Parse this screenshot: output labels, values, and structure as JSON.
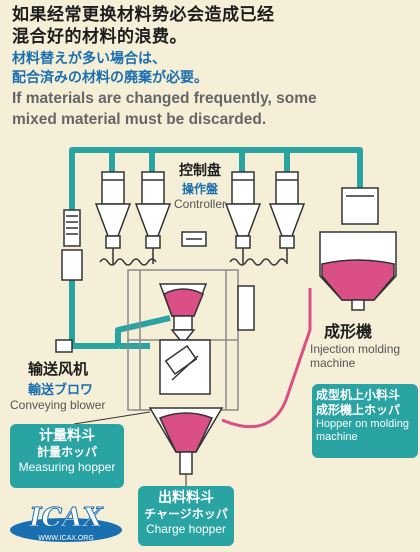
{
  "header": {
    "zh_line1": "如果经常更换材料势必会造成已经",
    "zh_line2": "混合好的材料的浪费。",
    "ja_line1": "材料替えが多い場合は、",
    "ja_line2": "配合済みの材料の廃棄が必要。",
    "en_line1": "If materials are changed frequently, some",
    "en_line2": "mixed material must be discarded."
  },
  "labels": {
    "controller": {
      "zh": "控制盘",
      "ja": "操作盤",
      "en": "Controller"
    },
    "injection": {
      "zh": "成形機",
      "en_line1": "Injection molding",
      "en_line2": "machine"
    },
    "blower": {
      "zh": "输送风机",
      "ja": "輸送ブロワ",
      "en": "Conveying blower"
    },
    "measuring_hopper": {
      "zh": "计量料斗",
      "ja": "計量ホッパ",
      "en": "Measuring hopper"
    },
    "charge_hopper": {
      "zh": "出料料斗",
      "ja": "チャージホッパ",
      "en": "Charge hopper"
    },
    "hopper_on_molding": {
      "zh": "成型机上小料斗",
      "ja": "成形機上ホッパ",
      "en_line1": "Hopper on molding",
      "en_line2": "machine"
    }
  },
  "logo": {
    "text": "ICAX",
    "url": "WWW.ICAX.ORG"
  },
  "colors": {
    "teal": "#2aa3a3",
    "magenta": "#d94f86",
    "background": "#f4efd6",
    "blue": "#1a6fb0"
  }
}
